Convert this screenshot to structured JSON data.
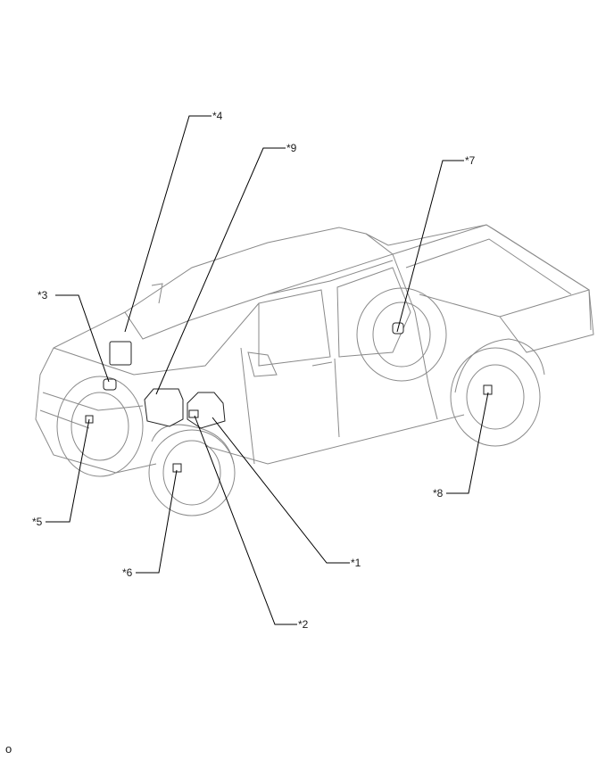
{
  "labels": {
    "c1": "*1",
    "c2": "*2",
    "c3": "*3",
    "c4": "*4",
    "c5": "*5",
    "c6": "*6",
    "c7": "*7",
    "c8": "*8",
    "c9": "*9"
  },
  "footer_mark": "o"
}
